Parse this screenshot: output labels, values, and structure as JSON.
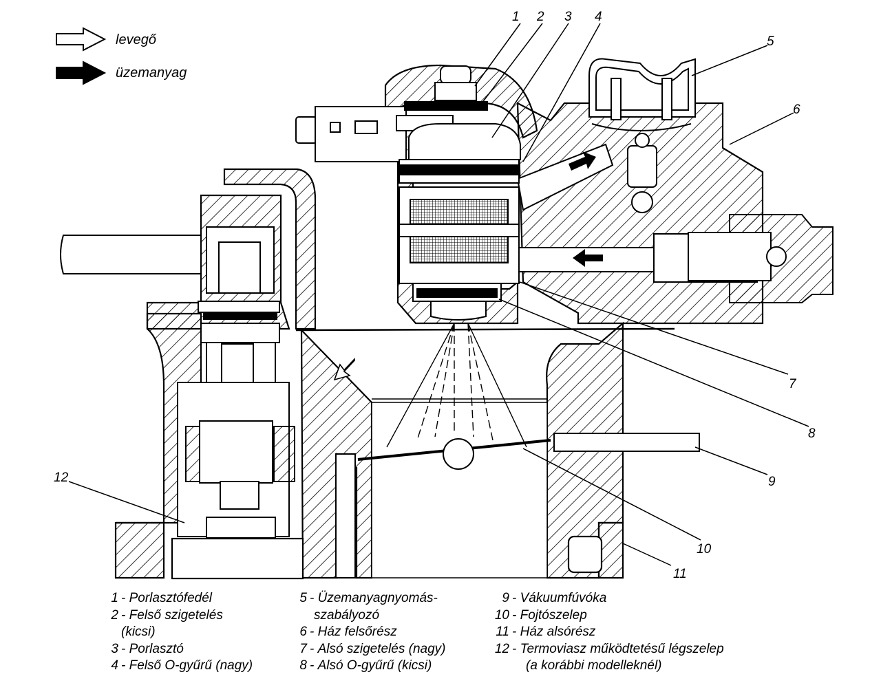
{
  "key": {
    "air": "levegő",
    "fuel": "üzemanyag"
  },
  "callouts": [
    "1",
    "2",
    "3",
    "4",
    "5",
    "6",
    "7",
    "8",
    "9",
    "10",
    "11",
    "12"
  ],
  "legend": [
    {
      "num": "1",
      "text": "Porlasztófedél"
    },
    {
      "num": "2",
      "text": "Felső szigetelés",
      "cont": "(kicsi)"
    },
    {
      "num": "3",
      "text": "Porlasztó"
    },
    {
      "num": "4",
      "text": "Felső O-gyűrű (nagy)"
    },
    {
      "num": "5",
      "text": "Üzemanyagnyomás-",
      "cont": "szabályozó"
    },
    {
      "num": "6",
      "text": "Ház felsőrész"
    },
    {
      "num": "7",
      "text": "Alsó szigetelés (nagy)"
    },
    {
      "num": "8",
      "text": "Alsó O-gyűrű (kicsi)"
    },
    {
      "num": "9",
      "text": "Vákuumfúvóka"
    },
    {
      "num": "10",
      "text": "Fojtószelep"
    },
    {
      "num": "11",
      "text": "Ház alsórész"
    },
    {
      "num": "12",
      "text": "Termoviasz működtetésű légszelep",
      "cont": "(a korábbi modelleknél)"
    }
  ],
  "colors": {
    "ink": "#000000",
    "paper": "#ffffff"
  }
}
